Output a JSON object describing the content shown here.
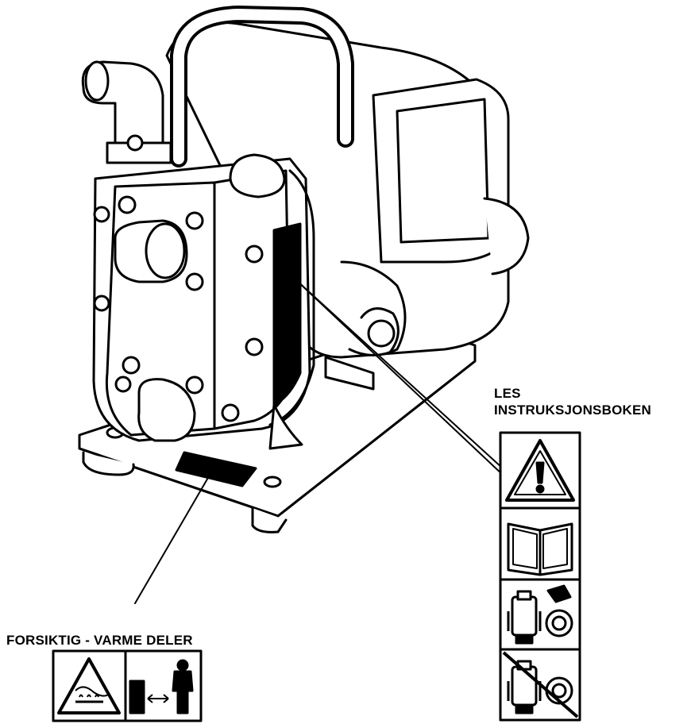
{
  "labels": {
    "read_manual_line1": "LES",
    "read_manual_line2": "INSTRUKSJONSBOKEN",
    "hot_parts": "FORSIKTIG - VARME DELER"
  },
  "icons": [
    "warning-triangle-icon",
    "open-book-icon",
    "fuel-pump-refill-icon",
    "no-fuel-prohibition-icon",
    "hot-surface-icon",
    "keep-distance-person-icon"
  ],
  "colors": {
    "ink": "#000000",
    "paper": "#ffffff"
  }
}
